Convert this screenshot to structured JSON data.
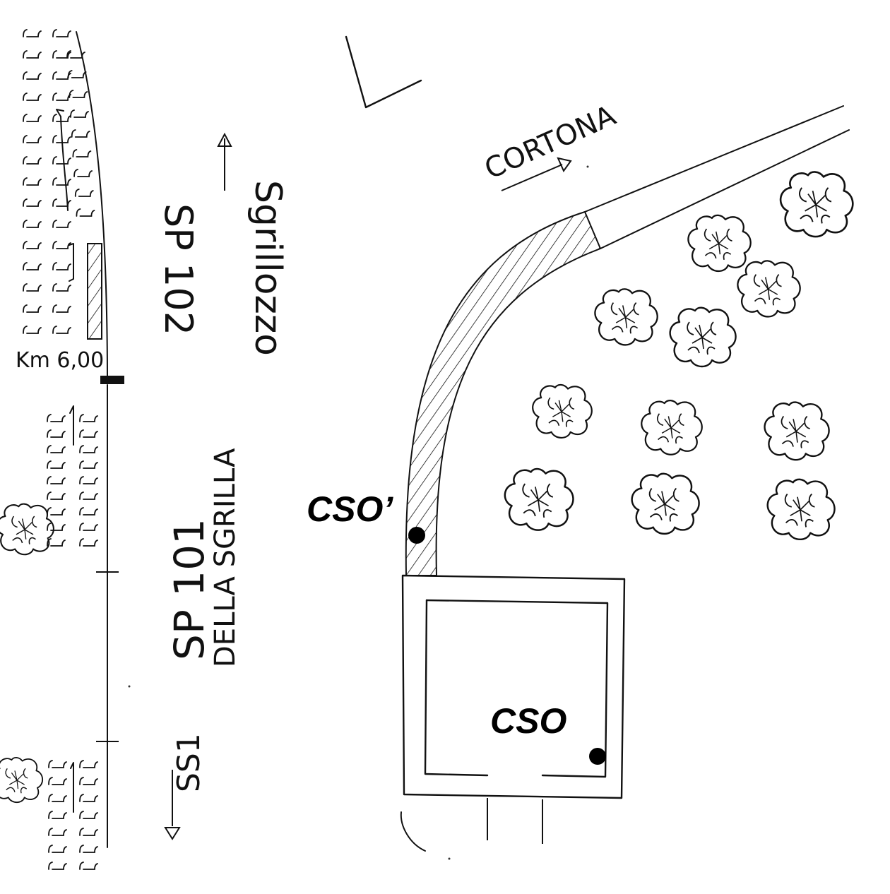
{
  "labels": {
    "cortona": "CORTONA",
    "sgrillozzo": "Sgrillozzo",
    "sp102": "SP 102",
    "km": "Km 6,00",
    "sp101": "SP 101",
    "della_sgrilla": "DELLA SGRILLA",
    "ss1": "SS1",
    "cso_prime": "CSO’",
    "cso": "CSO"
  },
  "colors": {
    "ink": "#111111",
    "marker": "#000000",
    "paper": "#ffffff"
  },
  "icons": {
    "tree": "tree-icon",
    "marsh": "marsh-tuft-icon",
    "marker": "sampling-point-marker"
  }
}
